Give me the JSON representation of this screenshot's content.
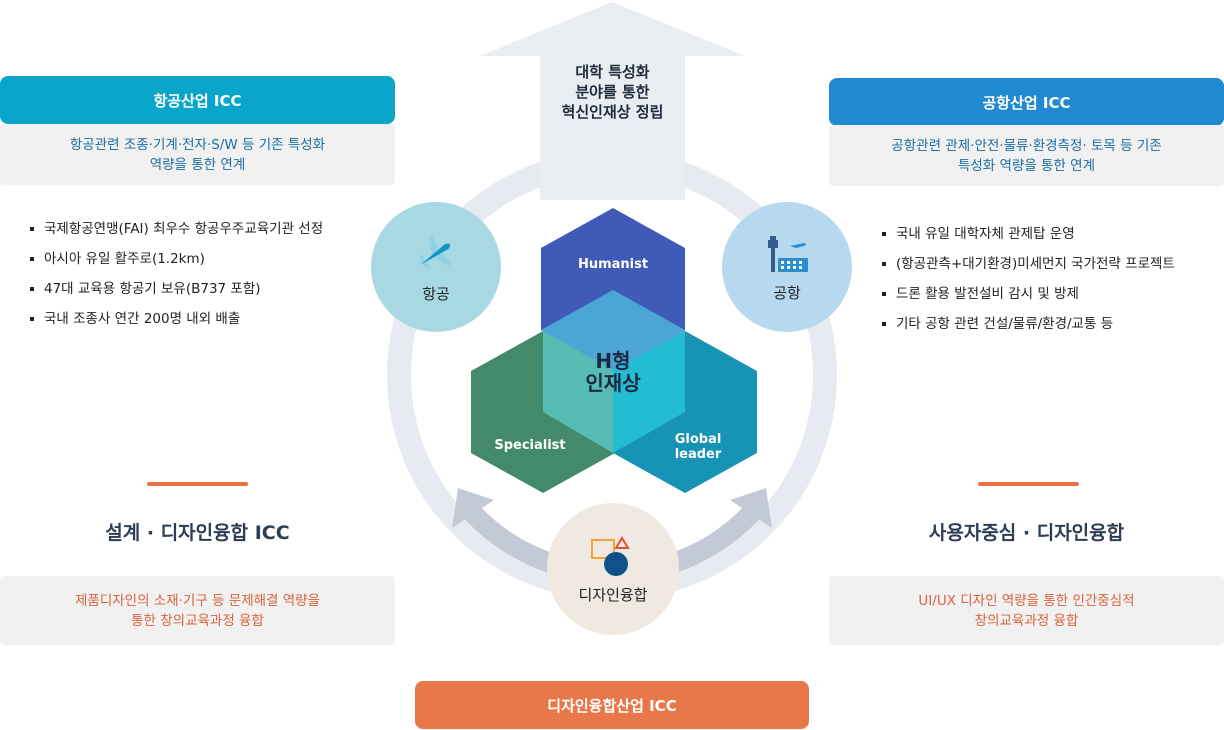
{
  "top_arrow": {
    "lines": [
      "대학 특성화",
      "분야를 통한",
      "혁신인재상 정립"
    ]
  },
  "aviation": {
    "title": "항공산업 ICC",
    "desc": [
      "항공관련 조종·기계·전자·S/W 등 기존 특성화",
      "역량을 통한 연계"
    ],
    "bullets": [
      "국제항공연맹(FAI) 최우수  항공우주교육기관 선정",
      "아시아 유일 활주로(1.2km)",
      "47대 교육용 항공기 보유(B737 포함)",
      "국내 조종사 연간 200명 내외 배출"
    ],
    "circle_label": "항공"
  },
  "airport": {
    "title": "공항산업 ICC",
    "desc": [
      "공항관련 관제·안전·물류·환경측정· 토목 등 기존",
      "특성화 역량을 통한 연계"
    ],
    "bullets": [
      "국내 유일 대학자체 관제탑 운영",
      "(항공관측+대기환경)미세먼지 국가전략 프로젝트",
      "드론 활용 발전설비 감시 및 방제",
      "기타 공항 관련 건설/물류/환경/교통 등"
    ],
    "circle_label": "공항"
  },
  "design_left": {
    "title": "설계 · 디자인융합 ICC",
    "desc": [
      "제품디자인의 소재·기구 등 문제해결 역량을",
      "통한 창의교육과정 융합"
    ]
  },
  "design_right": {
    "title": "사용자중심 · 디자인융합",
    "desc": [
      "UI/UX 디자인 역량을 통한  인간중심적",
      "창의교육과정 융합"
    ]
  },
  "design_circle": {
    "label": "디자인융합"
  },
  "bottom_bar": {
    "title": "디자인융합산업 ICC"
  },
  "hexagons": {
    "top": "Humanist",
    "left": "Specialist",
    "right": [
      "Global",
      "leader"
    ],
    "center": [
      "H형",
      "인재상"
    ]
  },
  "colors": {
    "aviation_header": "#0aa6c9",
    "airport_header": "#2089cf",
    "design_bar": "#e8784a",
    "hex_humanist": "#3f5bb7",
    "hex_specialist": "#438a6c",
    "hex_global": "#1793b6",
    "ring": "#e7eaf0"
  }
}
